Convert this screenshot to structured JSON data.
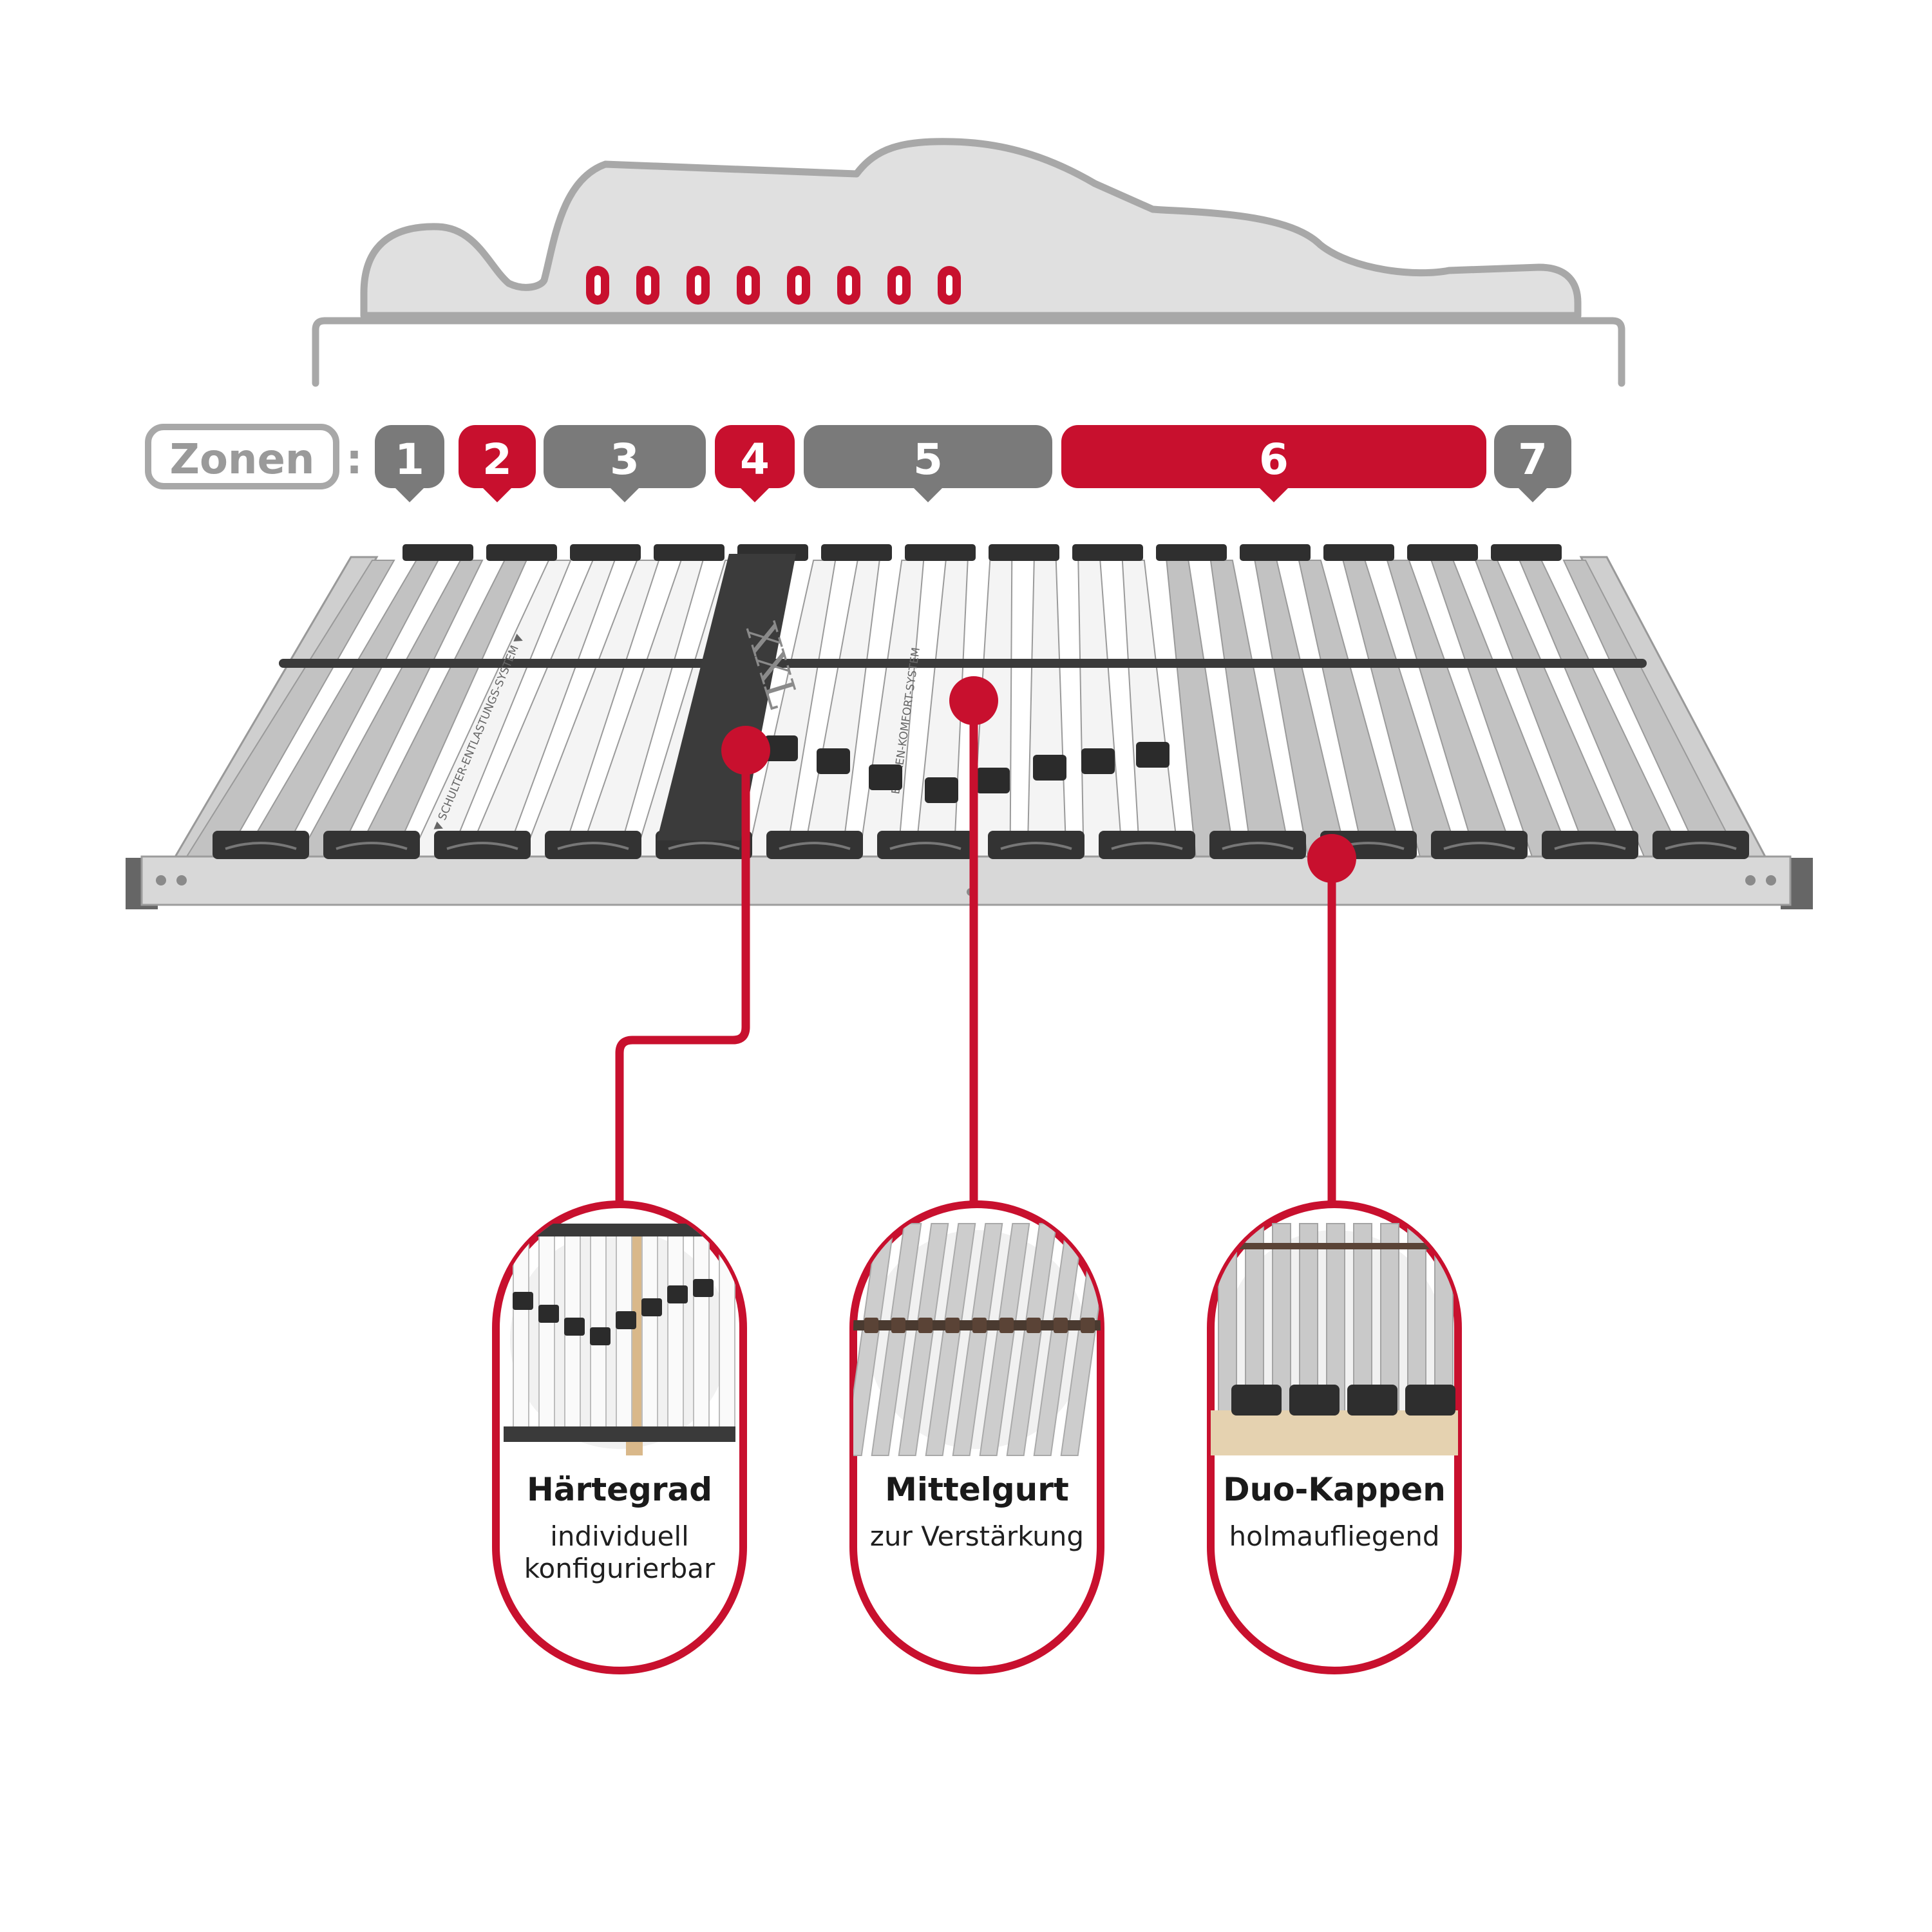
{
  "colors": {
    "accent": "#c8102e",
    "zone_gray": "#7a7a7a",
    "outline_gray": "#a8a8a8",
    "body_fill": "#dcdcdc",
    "frame": "#cfcfcf",
    "slat_white": "#f4f4f4",
    "slat_gray": "#c2c2c2",
    "cap": "#333333",
    "belt": "#3a3a3a"
  },
  "zones": {
    "label": "Zonen",
    "separator": ":",
    "items": [
      {
        "number": "1",
        "highlight": false
      },
      {
        "number": "2",
        "highlight": true
      },
      {
        "number": "3",
        "highlight": false
      },
      {
        "number": "4",
        "highlight": true
      },
      {
        "number": "5",
        "highlight": false
      },
      {
        "number": "6",
        "highlight": true
      },
      {
        "number": "7",
        "highlight": false
      }
    ]
  },
  "pressure_markers": 8,
  "product": {
    "center_badge": "XXL",
    "slat_print_left": "▼ SCHULTER-ENTLASTUNGS-SYSTEM ▼",
    "slat_print_right": "BECKEN-KOMFORT-SYSTEM"
  },
  "features": [
    {
      "title": "Härtegrad",
      "subtitle_lines": [
        "individuell",
        "konfigurierbar"
      ],
      "icon": "hardness-slider-icon"
    },
    {
      "title": "Mittelgurt",
      "subtitle_lines": [
        "zur Verstärkung"
      ],
      "icon": "center-belt-icon"
    },
    {
      "title": "Duo-Kappen",
      "subtitle_lines": [
        "holmaufliegend"
      ],
      "icon": "duo-caps-icon"
    }
  ]
}
